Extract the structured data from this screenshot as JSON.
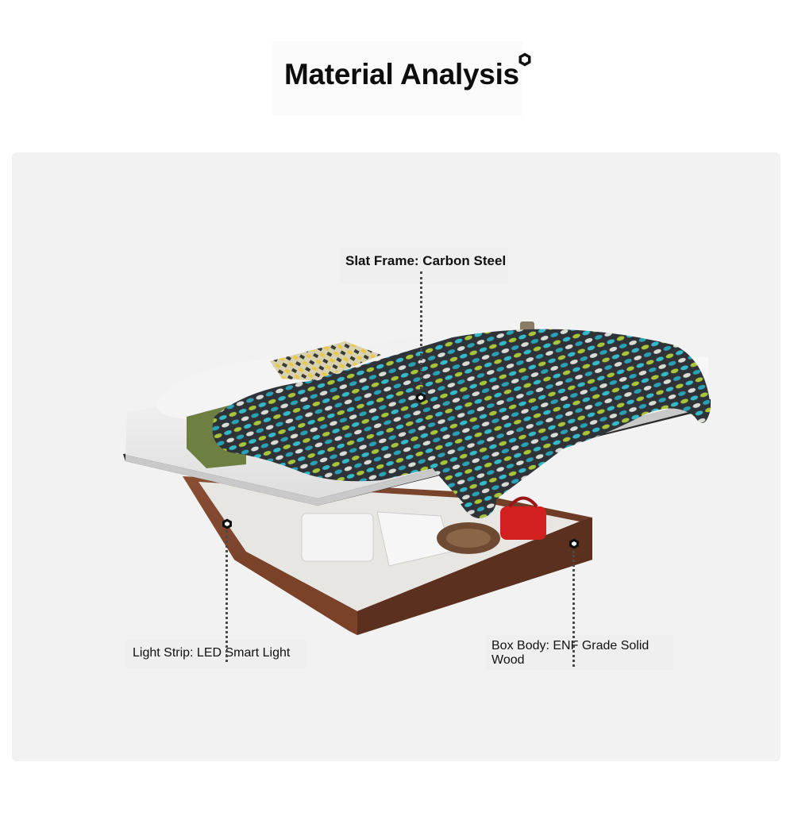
{
  "header": {
    "title": "Material Analysis",
    "icon": "hexagon-ring-icon"
  },
  "callouts": [
    {
      "label": "Slat Frame: Carbon Steel"
    },
    {
      "label": "Light Strip: LED Smart Light"
    },
    {
      "label": "Box Body: ENF Grade Solid Wood"
    }
  ],
  "colors": {
    "panel_bg": "#f2f2f2",
    "title": "#0d0d0d",
    "wood": "#6b3a24",
    "frame": "#2a2a2a",
    "blanket_teal": "#35b8c8",
    "blanket_green": "#a8c43a"
  }
}
